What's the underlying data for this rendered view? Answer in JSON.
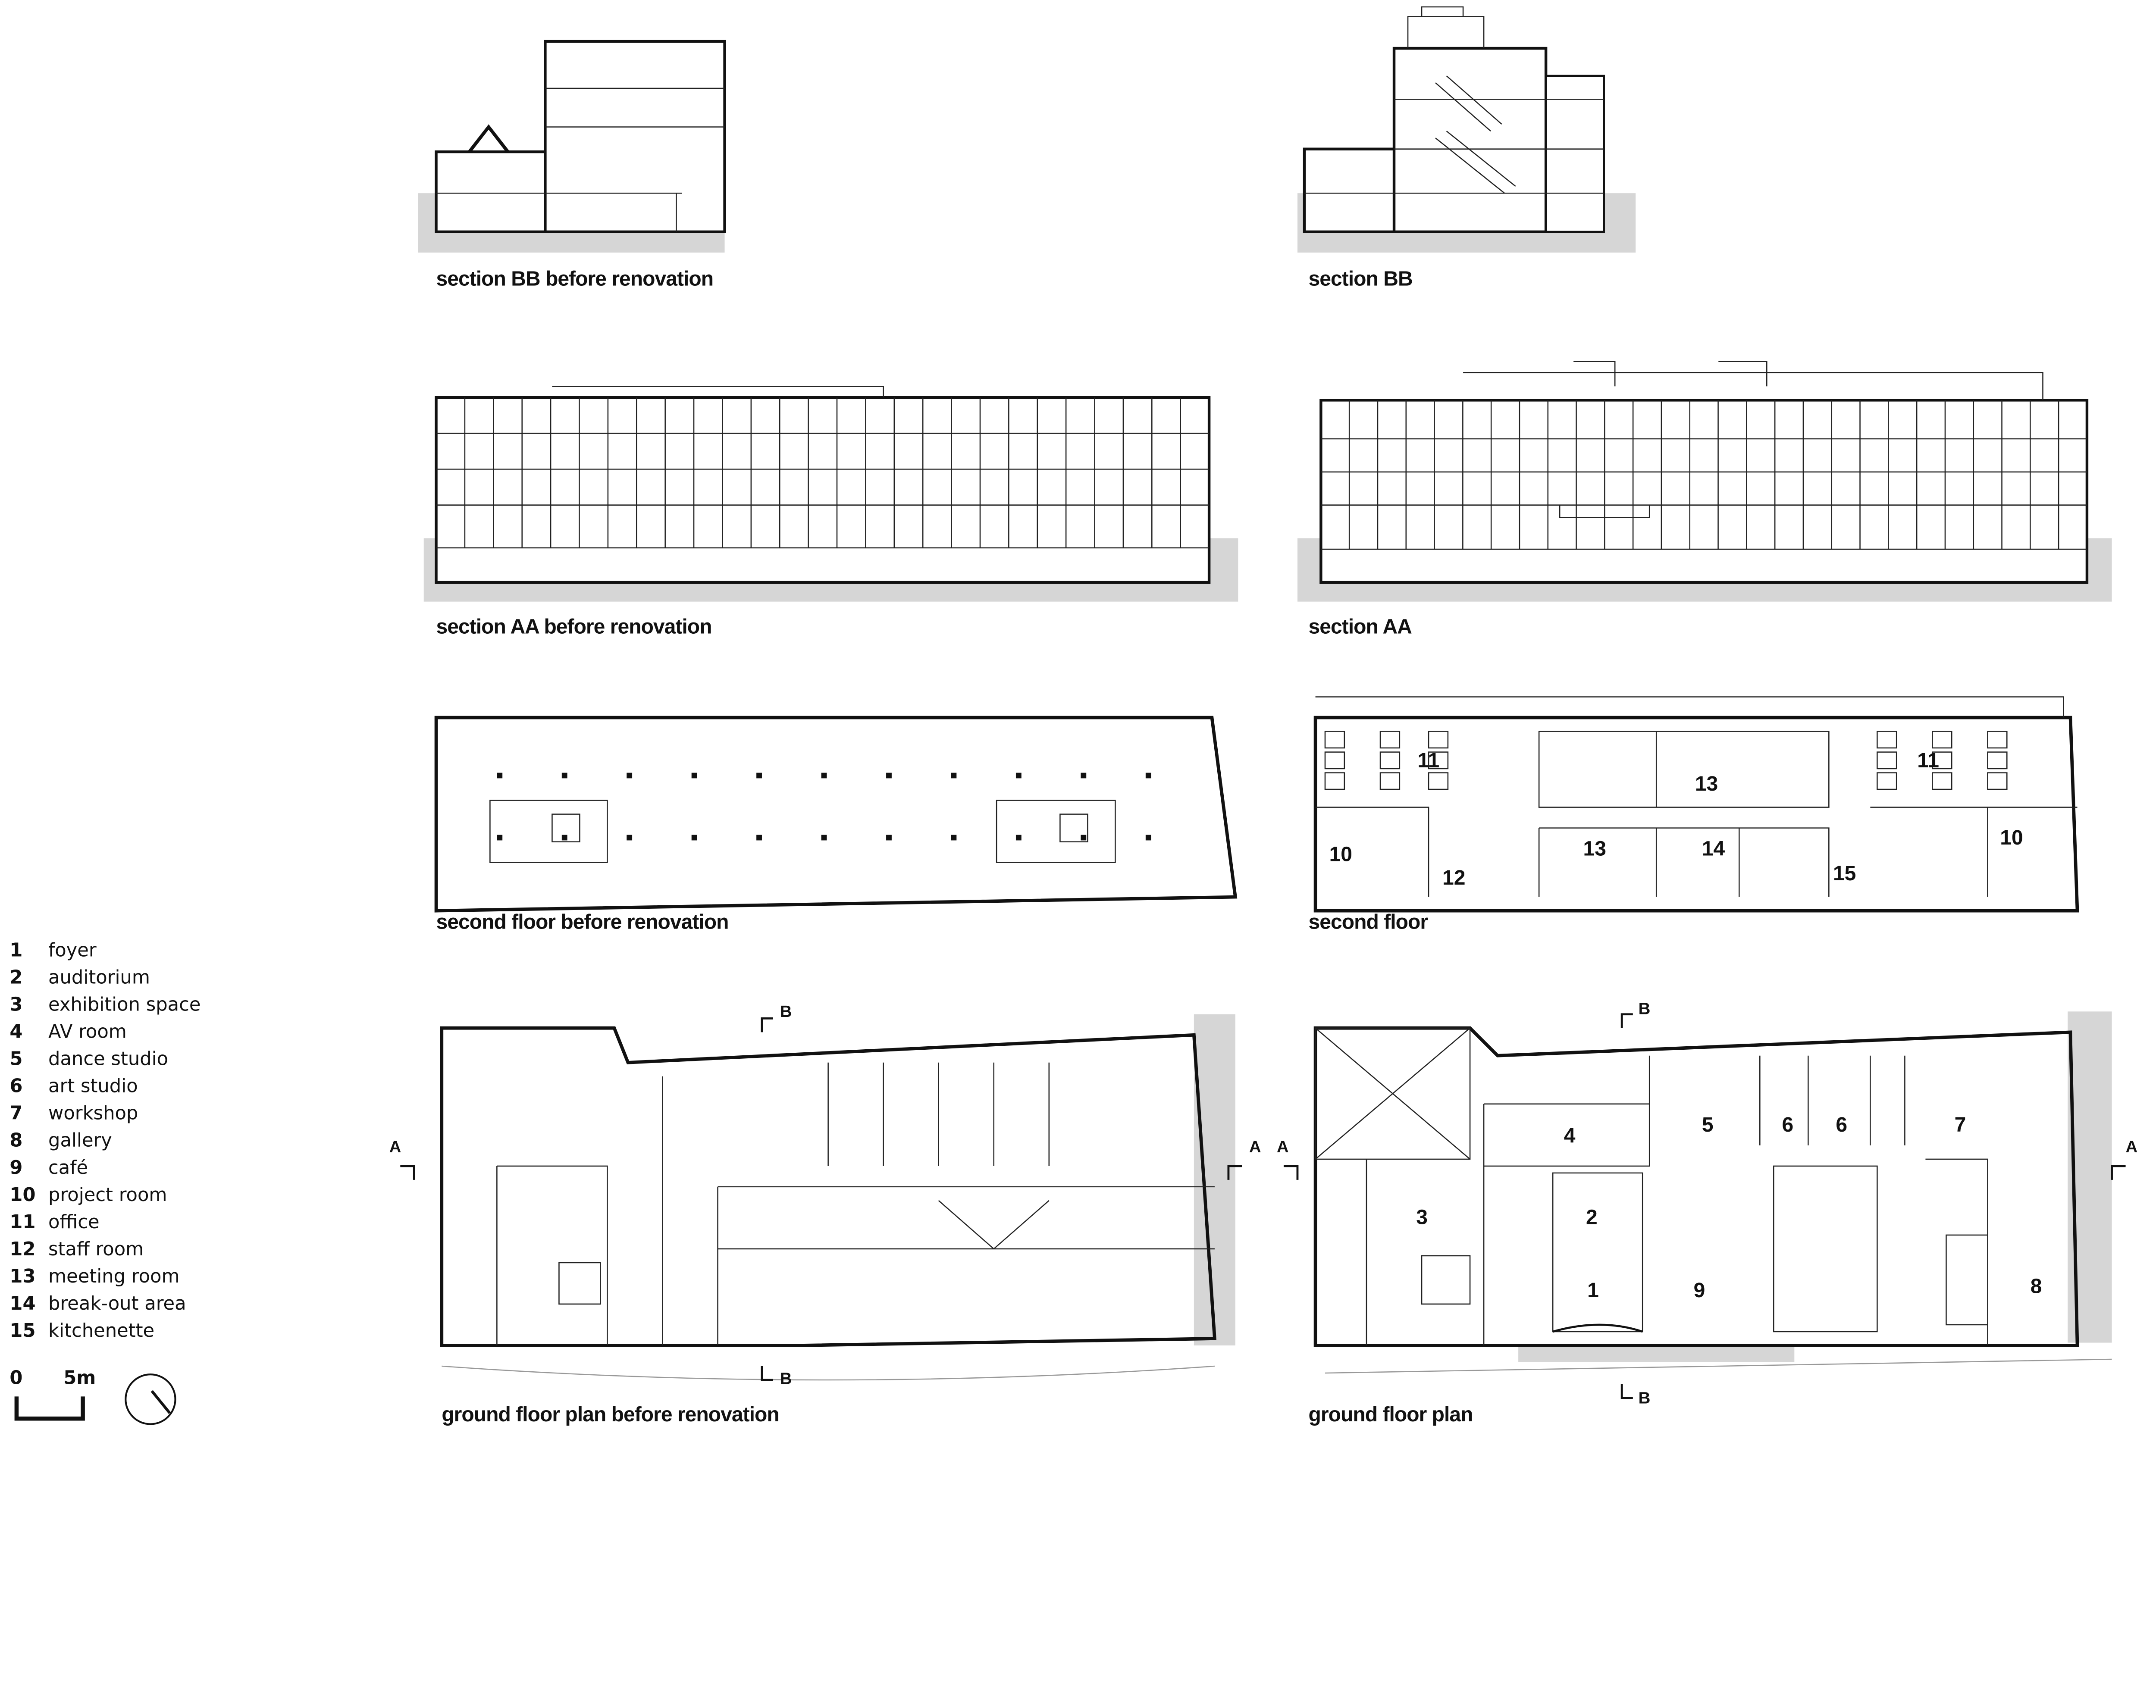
{
  "drawings": {
    "section_bb_before": {
      "title": "section BB before renovation"
    },
    "section_bb": {
      "title": "section BB"
    },
    "section_aa_before": {
      "title": "section AA before renovation"
    },
    "section_aa": {
      "title": "section AA"
    },
    "second_floor_before": {
      "title": "second floor before renovation"
    },
    "second_floor": {
      "title": "second floor",
      "room_labels": [
        "11",
        "11",
        "13",
        "13",
        "14",
        "10",
        "12",
        "15",
        "10"
      ]
    },
    "ground_floor_before": {
      "title": "ground floor plan before renovation",
      "markers": [
        "A",
        "A",
        "B",
        "B"
      ]
    },
    "ground_floor": {
      "title": "ground floor plan",
      "markers": [
        "A",
        "A",
        "B",
        "B"
      ],
      "room_labels": [
        "1",
        "2",
        "3",
        "4",
        "5",
        "6",
        "6",
        "7",
        "8",
        "9"
      ]
    }
  },
  "legend": [
    {
      "num": "1",
      "label": "foyer"
    },
    {
      "num": "2",
      "label": "auditorium"
    },
    {
      "num": "3",
      "label": "exhibition space"
    },
    {
      "num": "4",
      "label": "AV room"
    },
    {
      "num": "5",
      "label": "dance studio"
    },
    {
      "num": "6",
      "label": "art studio"
    },
    {
      "num": "7",
      "label": "workshop"
    },
    {
      "num": "8",
      "label": "gallery"
    },
    {
      "num": "9",
      "label": "café"
    },
    {
      "num": "10",
      "label": "project room"
    },
    {
      "num": "11",
      "label": "office"
    },
    {
      "num": "12",
      "label": "staff room"
    },
    {
      "num": "13",
      "label": "meeting room"
    },
    {
      "num": "14",
      "label": "break-out area"
    },
    {
      "num": "15",
      "label": "kitchenette"
    }
  ],
  "scale_bar": {
    "start": "0",
    "end": "5m"
  },
  "icons": {
    "north": "north-arrow-icon"
  },
  "colors": {
    "line": "#111111",
    "ground": "#d6d6d6"
  }
}
